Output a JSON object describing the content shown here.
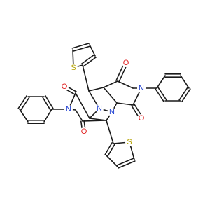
{
  "colors": {
    "background": "#ffffff",
    "bond": "#1a1a1a",
    "N": "#1f3fd1",
    "O": "#e02020",
    "S": "#b3a100"
  },
  "atoms": {
    "O1": "O",
    "O2": "O",
    "O3": "O",
    "O4": "O",
    "N1": "N",
    "N2": "N",
    "N3": "N",
    "N4": "N",
    "S1": "S",
    "S2": "S"
  }
}
